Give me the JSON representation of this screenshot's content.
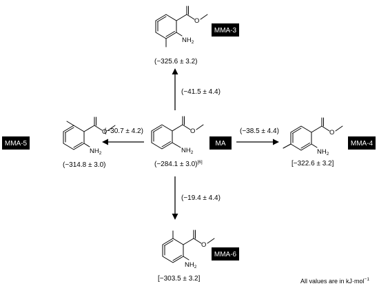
{
  "molecules": {
    "ma": {
      "label": "MA",
      "value": "(−284.1 ± 3.0)",
      "ref": "[6]"
    },
    "mma3": {
      "label": "MMA-3",
      "value": "(−325.6 ± 3.2)"
    },
    "mma4": {
      "label": "MMA-4",
      "value": "[−322.6 ± 3.2]"
    },
    "mma5": {
      "label": "MMA-5",
      "value": "(−314.8 ± 3.0)"
    },
    "mma6": {
      "label": "MMA-6",
      "value": "[−303.5 ± 3.2]"
    }
  },
  "arrows": {
    "up": "(−41.5 ± 4.4)",
    "right": "(−38.5 ± 4.4)",
    "left": "(−30.7 ± 4.2)",
    "down": "(−19.4 ± 4.4)"
  },
  "atoms": {
    "nh": "NH",
    "nh_sub": "2",
    "o": "O"
  },
  "note": {
    "text": "All values are in kJ·mol",
    "sup": "−1"
  }
}
